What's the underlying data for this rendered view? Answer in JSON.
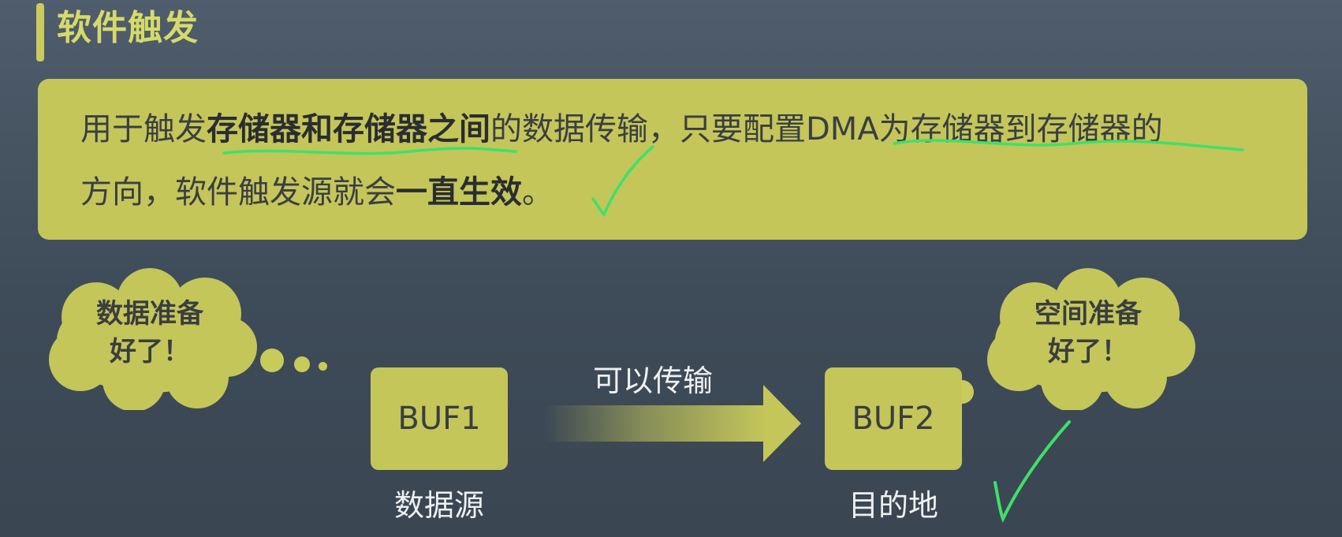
{
  "title": "软件触发",
  "description": {
    "part1": "用于触发",
    "bold1": "存储器和存储器之间",
    "part2": "的数据传输，只要配置",
    "part3": "DMA为存储器到存储器",
    "part4": "的",
    "part5": "方向，软件触发源就会",
    "bold2": "一直生效",
    "end": "。"
  },
  "left_cloud": {
    "line1": "数据准备",
    "line2": "好了！"
  },
  "right_cloud": {
    "line1": "空间准备",
    "line2": "好了！"
  },
  "buf1": {
    "label": "BUF1",
    "caption": "数据源"
  },
  "buf2": {
    "label": "BUF2",
    "caption": "目的地"
  },
  "arrow_label": "可以传输",
  "colors": {
    "accent": "#c4c65a",
    "background": "#46525f",
    "annotation": "#3ee06a",
    "text_light": "#eef0f2"
  }
}
